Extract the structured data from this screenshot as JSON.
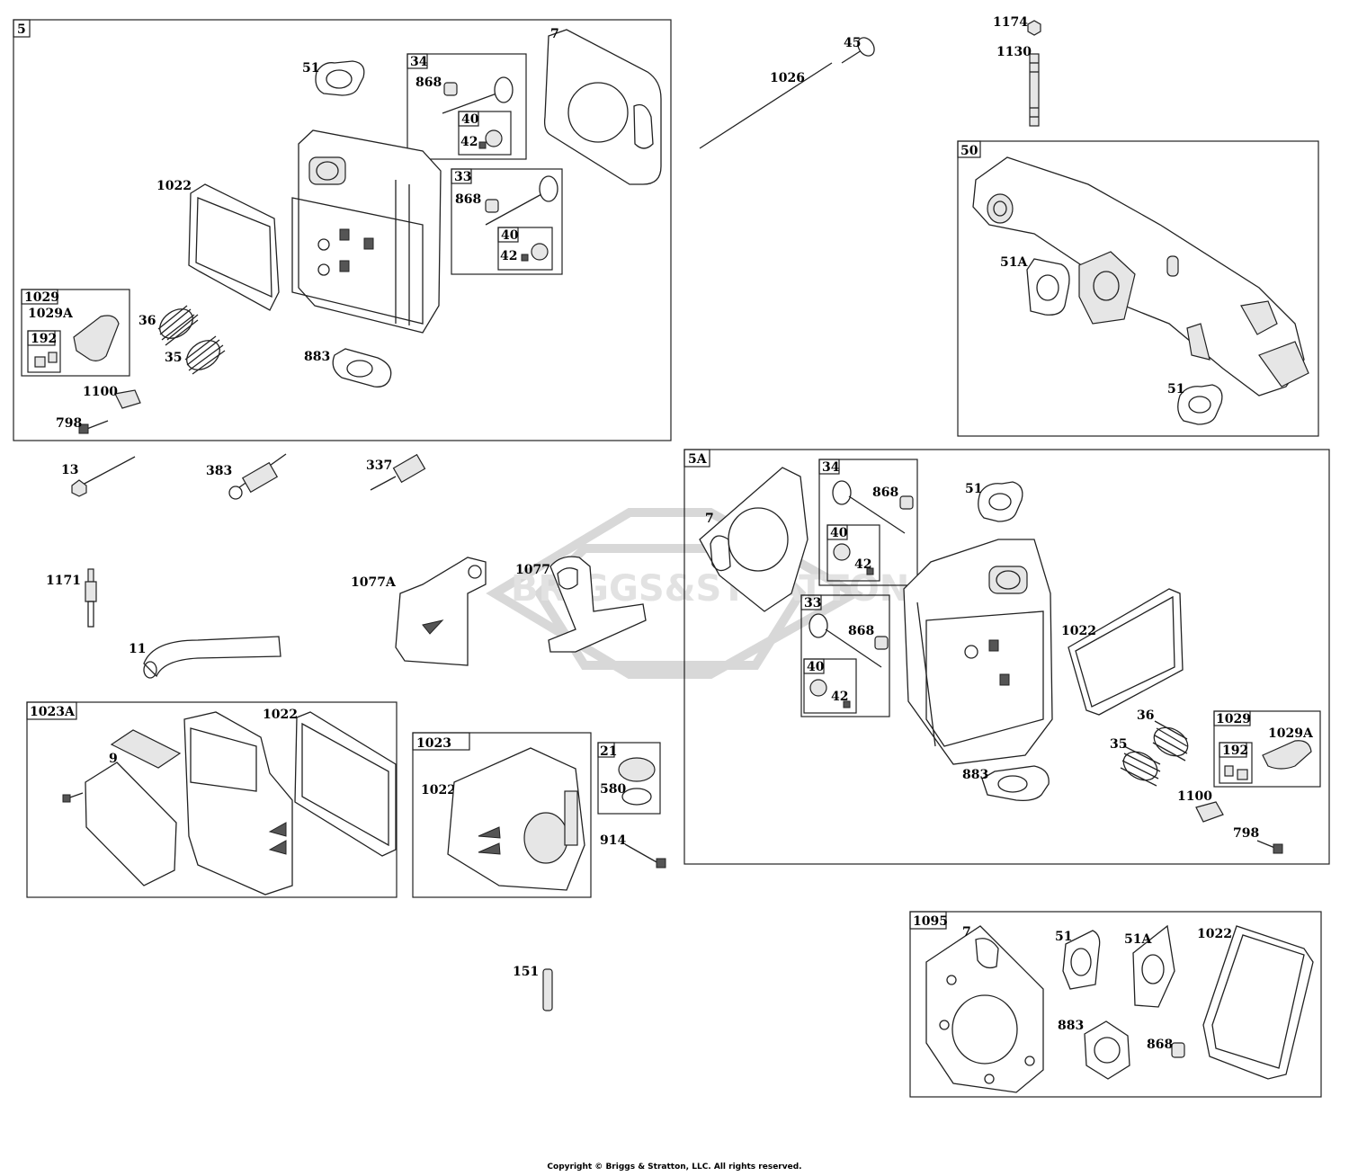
{
  "watermark": "BRIGGS&STRATTON",
  "copyright": "Copyright © Briggs & Stratton, LLC. All rights reserved.",
  "groups": {
    "g5": "5",
    "g34a": "34",
    "g40a": "40",
    "g33a": "33",
    "g40b": "40",
    "g1029a": "1029",
    "g192a": "192",
    "g50": "50",
    "g5A": "5A",
    "g34b": "34",
    "g40c": "40",
    "g33b": "33",
    "g40d": "40",
    "g1029b": "1029",
    "g192b": "192",
    "g1023A": "1023A",
    "g1023": "1023",
    "g21": "21",
    "g1095": "1095"
  },
  "callouts": {
    "c51a": "51",
    "c7a": "7",
    "c868a": "868",
    "c42a": "42",
    "c1022a": "1022",
    "c868b": "868",
    "c42b": "42",
    "c1029Aa": "1029A",
    "c36a": "36",
    "c35a": "35",
    "c883a": "883",
    "c1100a": "1100",
    "c798a": "798",
    "c45": "45",
    "c1026": "1026",
    "c1174": "1174",
    "c1130": "1130",
    "c51Aa": "51A",
    "c51b": "51",
    "c13": "13",
    "c383": "383",
    "c337": "337",
    "c1171": "1171",
    "c11": "11",
    "c1077A": "1077A",
    "c1077": "1077",
    "c7b": "7",
    "c868c": "868",
    "c51c": "51",
    "c42c": "42",
    "c868d": "868",
    "c42d": "42",
    "c1022b": "1022",
    "c36b": "36",
    "c1029Ab": "1029A",
    "c35b": "35",
    "c883b": "883",
    "c1100b": "1100",
    "c798b": "798",
    "c1022c": "1022",
    "c9": "9",
    "c1022d": "1022",
    "c580": "580",
    "c914": "914",
    "c151": "151",
    "c7c": "7",
    "c51d": "51",
    "c51Ab": "51A",
    "c1022e": "1022",
    "c883c": "883",
    "c868e": "868"
  }
}
